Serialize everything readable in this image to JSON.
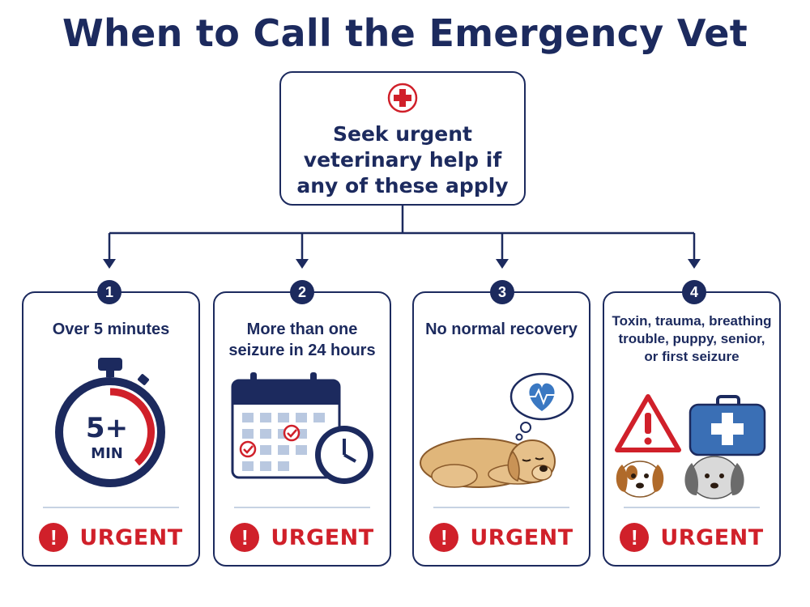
{
  "title": "When to Call the Emergency Vet",
  "main_box": {
    "icon": "medical-cross-icon",
    "text": "Seek urgent veterinary help if any of these apply"
  },
  "colors": {
    "navy": "#1c2a5e",
    "urgent_red": "#d0202a",
    "divider": "#c7d3e3"
  },
  "cards": [
    {
      "number": "1",
      "label": "Over 5 minutes",
      "illustration": "stopwatch-icon",
      "timer_value": "5+",
      "timer_unit": "MIN",
      "status": "URGENT"
    },
    {
      "number": "2",
      "label": "More than one seizure in 24 hours",
      "illustration": "calendar-clock-icon",
      "status": "URGENT"
    },
    {
      "number": "3",
      "label": "No normal recovery",
      "illustration": "lying-dog-heartbeat-icon",
      "status": "URGENT"
    },
    {
      "number": "4",
      "label": "Toxin, trauma, breathing trouble, puppy, senior, or first seizure",
      "illustration": "warning-firstaid-dogs-icon",
      "status": "URGENT"
    }
  ]
}
